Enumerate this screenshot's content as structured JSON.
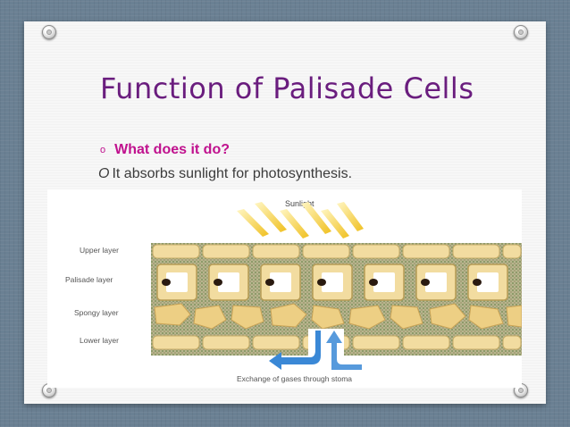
{
  "slide": {
    "title": "Function of Palisade Cells",
    "bullets": [
      {
        "marker": "o",
        "text": "What does it do?",
        "color": "#c0118e"
      },
      {
        "marker": "O",
        "text": "It absorbs sunlight for photosynthesis.",
        "color": "#3b3b3b"
      }
    ]
  },
  "diagram": {
    "sunlight_label": "Sunlight",
    "layer_labels": [
      "Upper layer",
      "Palisade layer",
      "Spongy layer",
      "Lower layer"
    ],
    "caption": "Exchange of gases through stoma"
  },
  "colors": {
    "background": "#6a8093",
    "card": "#f7f7f7",
    "title": "#6a1d7e",
    "cell": "#f2dca0",
    "sun": "#f5cc3a",
    "arrow": "#3a88d6"
  }
}
